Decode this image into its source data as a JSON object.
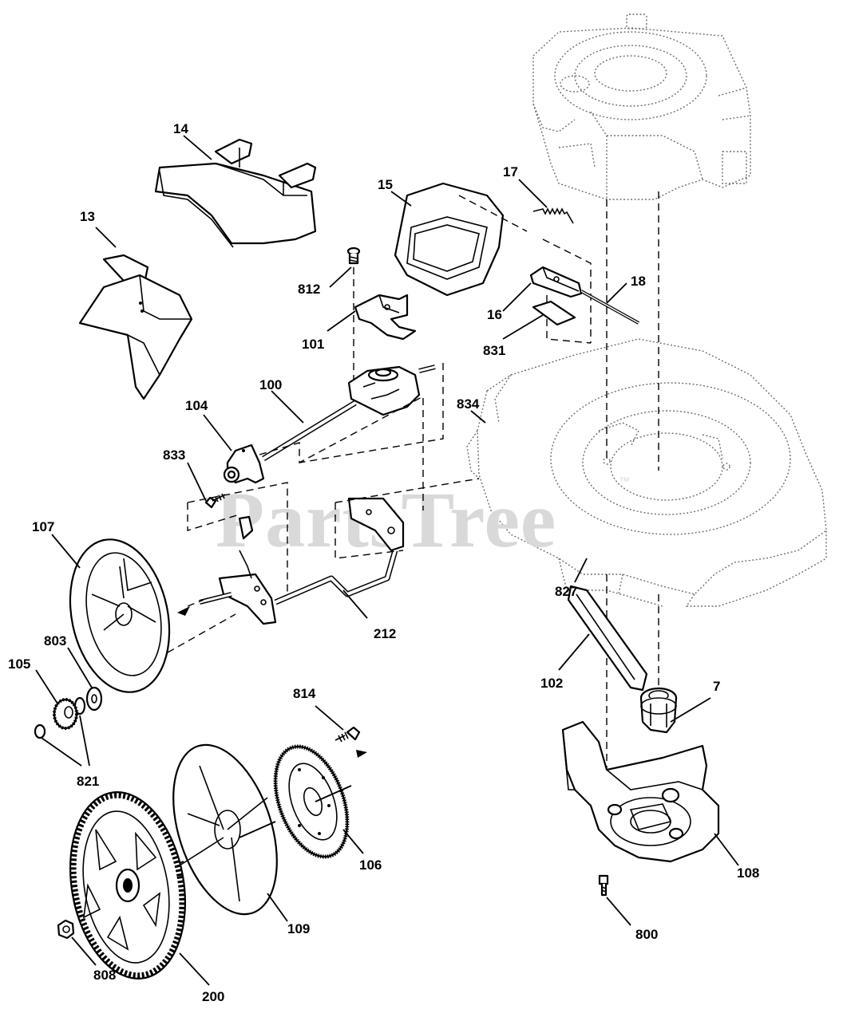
{
  "watermark": {
    "text": "PartsTree",
    "trademark": "™"
  },
  "part_labels": {
    "p14": "14",
    "p13": "13",
    "p15": "15",
    "p17": "17",
    "p18": "18",
    "p16": "16",
    "p831": "831",
    "p812": "812",
    "p101": "101",
    "p100": "100",
    "p104": "104",
    "p833": "833",
    "p834": "834",
    "p107": "107",
    "p803": "803",
    "p105": "105",
    "p821": "821",
    "p212": "212",
    "p827": "827",
    "p102": "102",
    "p7": "7",
    "p814": "814",
    "p106": "106",
    "p108": "108",
    "p109": "109",
    "p808": "808",
    "p200": "200",
    "p800": "800"
  }
}
